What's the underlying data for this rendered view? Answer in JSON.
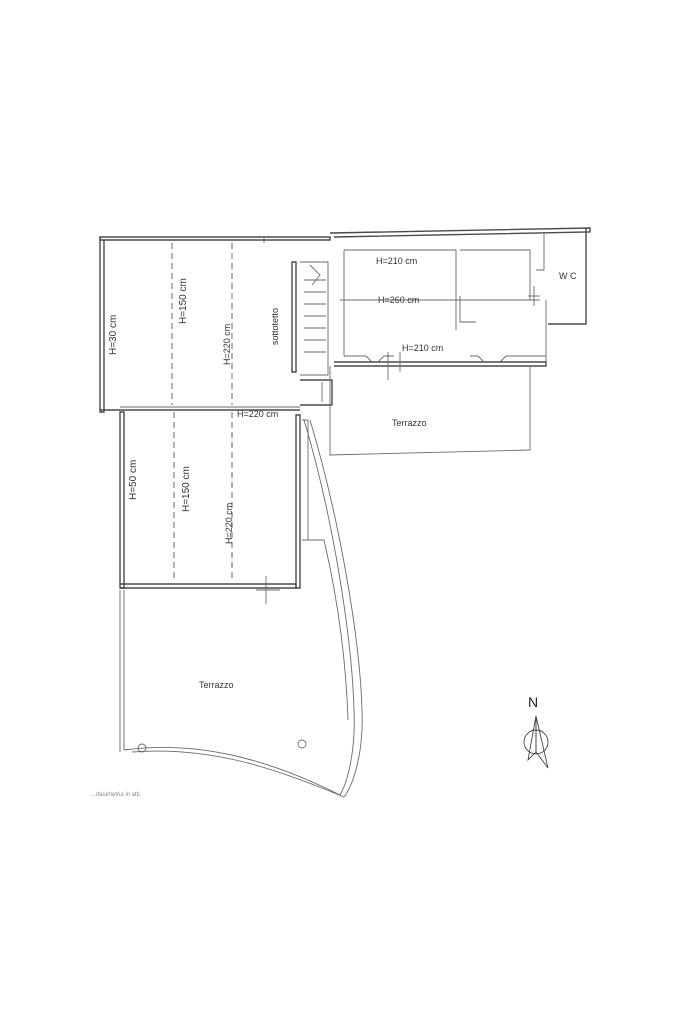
{
  "labels": {
    "room_heights": {
      "h30": "H=30 cm",
      "h150_top": "H=150 cm",
      "h220_top": "H=220 cm",
      "h220_mid": "H=220 cm",
      "h50": "H=50 cm",
      "h150_bottom": "H=150 cm",
      "h220_bottom": "H=220 cm",
      "h210_top": "H=210 cm",
      "h260": "H=260 cm",
      "h210_bottom": "H=210 cm"
    },
    "sottotetto": "sottotetto",
    "wc": "W C",
    "terrazzo_right": "Terrazzo",
    "terrazzo_bottom": "Terrazzo",
    "north": "N",
    "footnote": "…dasimetria in atti"
  }
}
